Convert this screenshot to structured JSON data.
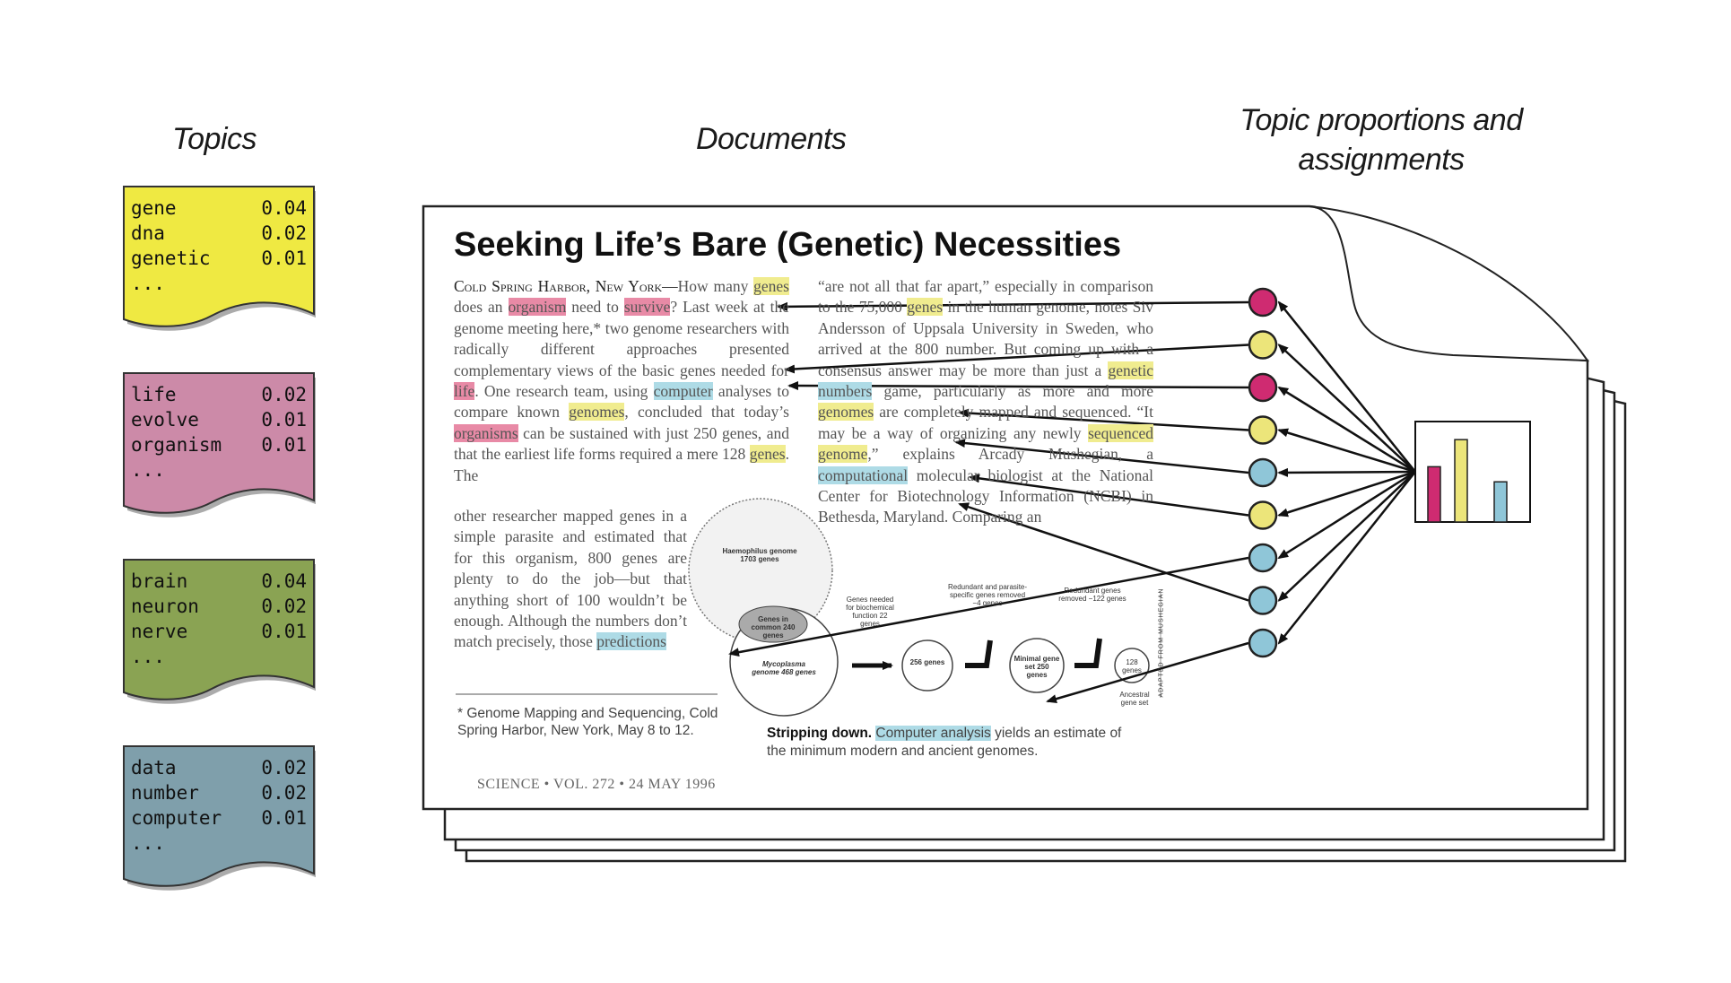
{
  "headings": {
    "topics": "Topics",
    "documents": "Documents",
    "proportions_line1": "Topic proportions and",
    "proportions_line2": "assignments"
  },
  "colors": {
    "yellow": "#efe942",
    "pink": "#cf2b71",
    "green": "#8aa353",
    "blue": "#6b97a9",
    "yellow_light": "#ece57a",
    "blue_light": "#8fc6d8"
  },
  "topics": [
    {
      "color": "#efe942",
      "rows": [
        {
          "word": "gene",
          "p": "0.04"
        },
        {
          "word": "dna",
          "p": "0.02"
        },
        {
          "word": "genetic",
          "p": "0.01"
        },
        {
          "word": "...",
          "p": ""
        }
      ]
    },
    {
      "color": "#cc8aa8",
      "rows": [
        {
          "word": "life",
          "p": "0.02"
        },
        {
          "word": "evolve",
          "p": "0.01"
        },
        {
          "word": "organism",
          "p": "0.01"
        },
        {
          "word": "...",
          "p": ""
        }
      ]
    },
    {
      "color": "#8aa353",
      "rows": [
        {
          "word": "brain",
          "p": "0.04"
        },
        {
          "word": "neuron",
          "p": "0.02"
        },
        {
          "word": "nerve",
          "p": "0.01"
        },
        {
          "word": "...",
          "p": ""
        }
      ]
    },
    {
      "color": "#7f9fab",
      "rows": [
        {
          "word": "data",
          "p": "0.02"
        },
        {
          "word": "number",
          "p": "0.02"
        },
        {
          "word": "computer",
          "p": "0.01"
        },
        {
          "word": "...",
          "p": ""
        }
      ]
    }
  ],
  "document": {
    "title": "Seeking Life’s Bare (Genetic) Necessities",
    "dateline": "Cold Spring Harbor, New York—",
    "col1": [
      {
        "t": "How many "
      },
      {
        "t": "genes",
        "h": "y"
      },
      {
        "t": " does an "
      },
      {
        "t": "organism",
        "h": "p"
      },
      {
        "t": " need to "
      },
      {
        "t": "survive",
        "h": "p"
      },
      {
        "t": "? Last week at the genome meeting here,* two genome researchers with radically different approaches presented complementary views of the basic genes needed for "
      },
      {
        "t": "life",
        "h": "p"
      },
      {
        "t": ". One research team, using "
      },
      {
        "t": "computer",
        "h": "b"
      },
      {
        "t": " analyses to compare known "
      },
      {
        "t": "genomes",
        "h": "y"
      },
      {
        "t": ", concluded that today’s "
      },
      {
        "t": "organisms",
        "h": "p"
      },
      {
        "t": " can be sustained with just 250 genes, and that the earliest life forms required a mere 128 "
      },
      {
        "t": "genes",
        "h": "y"
      },
      {
        "t": ". The"
      }
    ],
    "col1b": [
      {
        "t": "other researcher mapped genes in a simple parasite and estimated that for this organism, 800 genes are plenty to do the job—but that anything short of 100 wouldn’t be enough.  Although the numbers don’t match precisely, those "
      },
      {
        "t": "predictions",
        "h": "b"
      }
    ],
    "col2": [
      {
        "t": "“are not all that far apart,” especially in comparison to the 75,000 "
      },
      {
        "t": "genes",
        "h": "y"
      },
      {
        "t": " in the human genome, notes Siv Andersson of Uppsala University in Sweden, who arrived at the 800 number. But coming up with a consensus answer may be more than just a "
      },
      {
        "t": "genetic",
        "h": "y"
      },
      {
        "t": " "
      },
      {
        "t": "numbers",
        "h": "b"
      },
      {
        "t": " game, particularly as more and more "
      },
      {
        "t": "genomes",
        "h": "y"
      },
      {
        "t": " are completely mapped and sequenced. “It may be a way of organizing any newly "
      },
      {
        "t": "sequenced",
        "h": "y"
      },
      {
        "t": " "
      },
      {
        "t": "genome",
        "h": "y"
      },
      {
        "t": ",” explains Arcady Mushegian, a "
      },
      {
        "t": "computational",
        "h": "b"
      },
      {
        "t": " molecular biologist at the National Center for Biotechnology Information (NCBI) in Bethesda, Maryland. Comparing an"
      }
    ],
    "footnote": "* Genome Mapping and Sequencing, Cold Spring Harbor, New York, May 8 to 12.",
    "caption_bold": "Stripping down.",
    "caption_hl": "Computer analysis",
    "caption_rest": " yields an estimate of the minimum modern and ancient genomes.",
    "journal": "SCIENCE • VOL. 272 • 24 MAY 1996",
    "figure": {
      "haemophilus": "Haemophilus genome 1703 genes",
      "common": "Genes in common 240 genes",
      "mycoplasma": "Mycoplasma genome 468 genes",
      "g256": "256 genes",
      "minimal": "Minimal gene set 250 genes",
      "g128": "128 genes",
      "note1": "Genes needed for biochemical function 22 genes",
      "note2": "Redundant and parasite-specific genes removed −4 genes",
      "note3": "Redundant genes removed −122 genes",
      "ancestral": "Ancestral gene set",
      "credit": "ADAPTED FROM MUSHEGIAN"
    }
  },
  "topic_dots": [
    "pink",
    "yellow",
    "pink",
    "yellow",
    "blue",
    "yellow",
    "blue",
    "blue",
    "blue"
  ],
  "histogram": [
    {
      "color": "pink",
      "value": 0.55
    },
    {
      "color": "yellow",
      "value": 0.82
    },
    {
      "color": "blue",
      "value": 0.4
    }
  ]
}
